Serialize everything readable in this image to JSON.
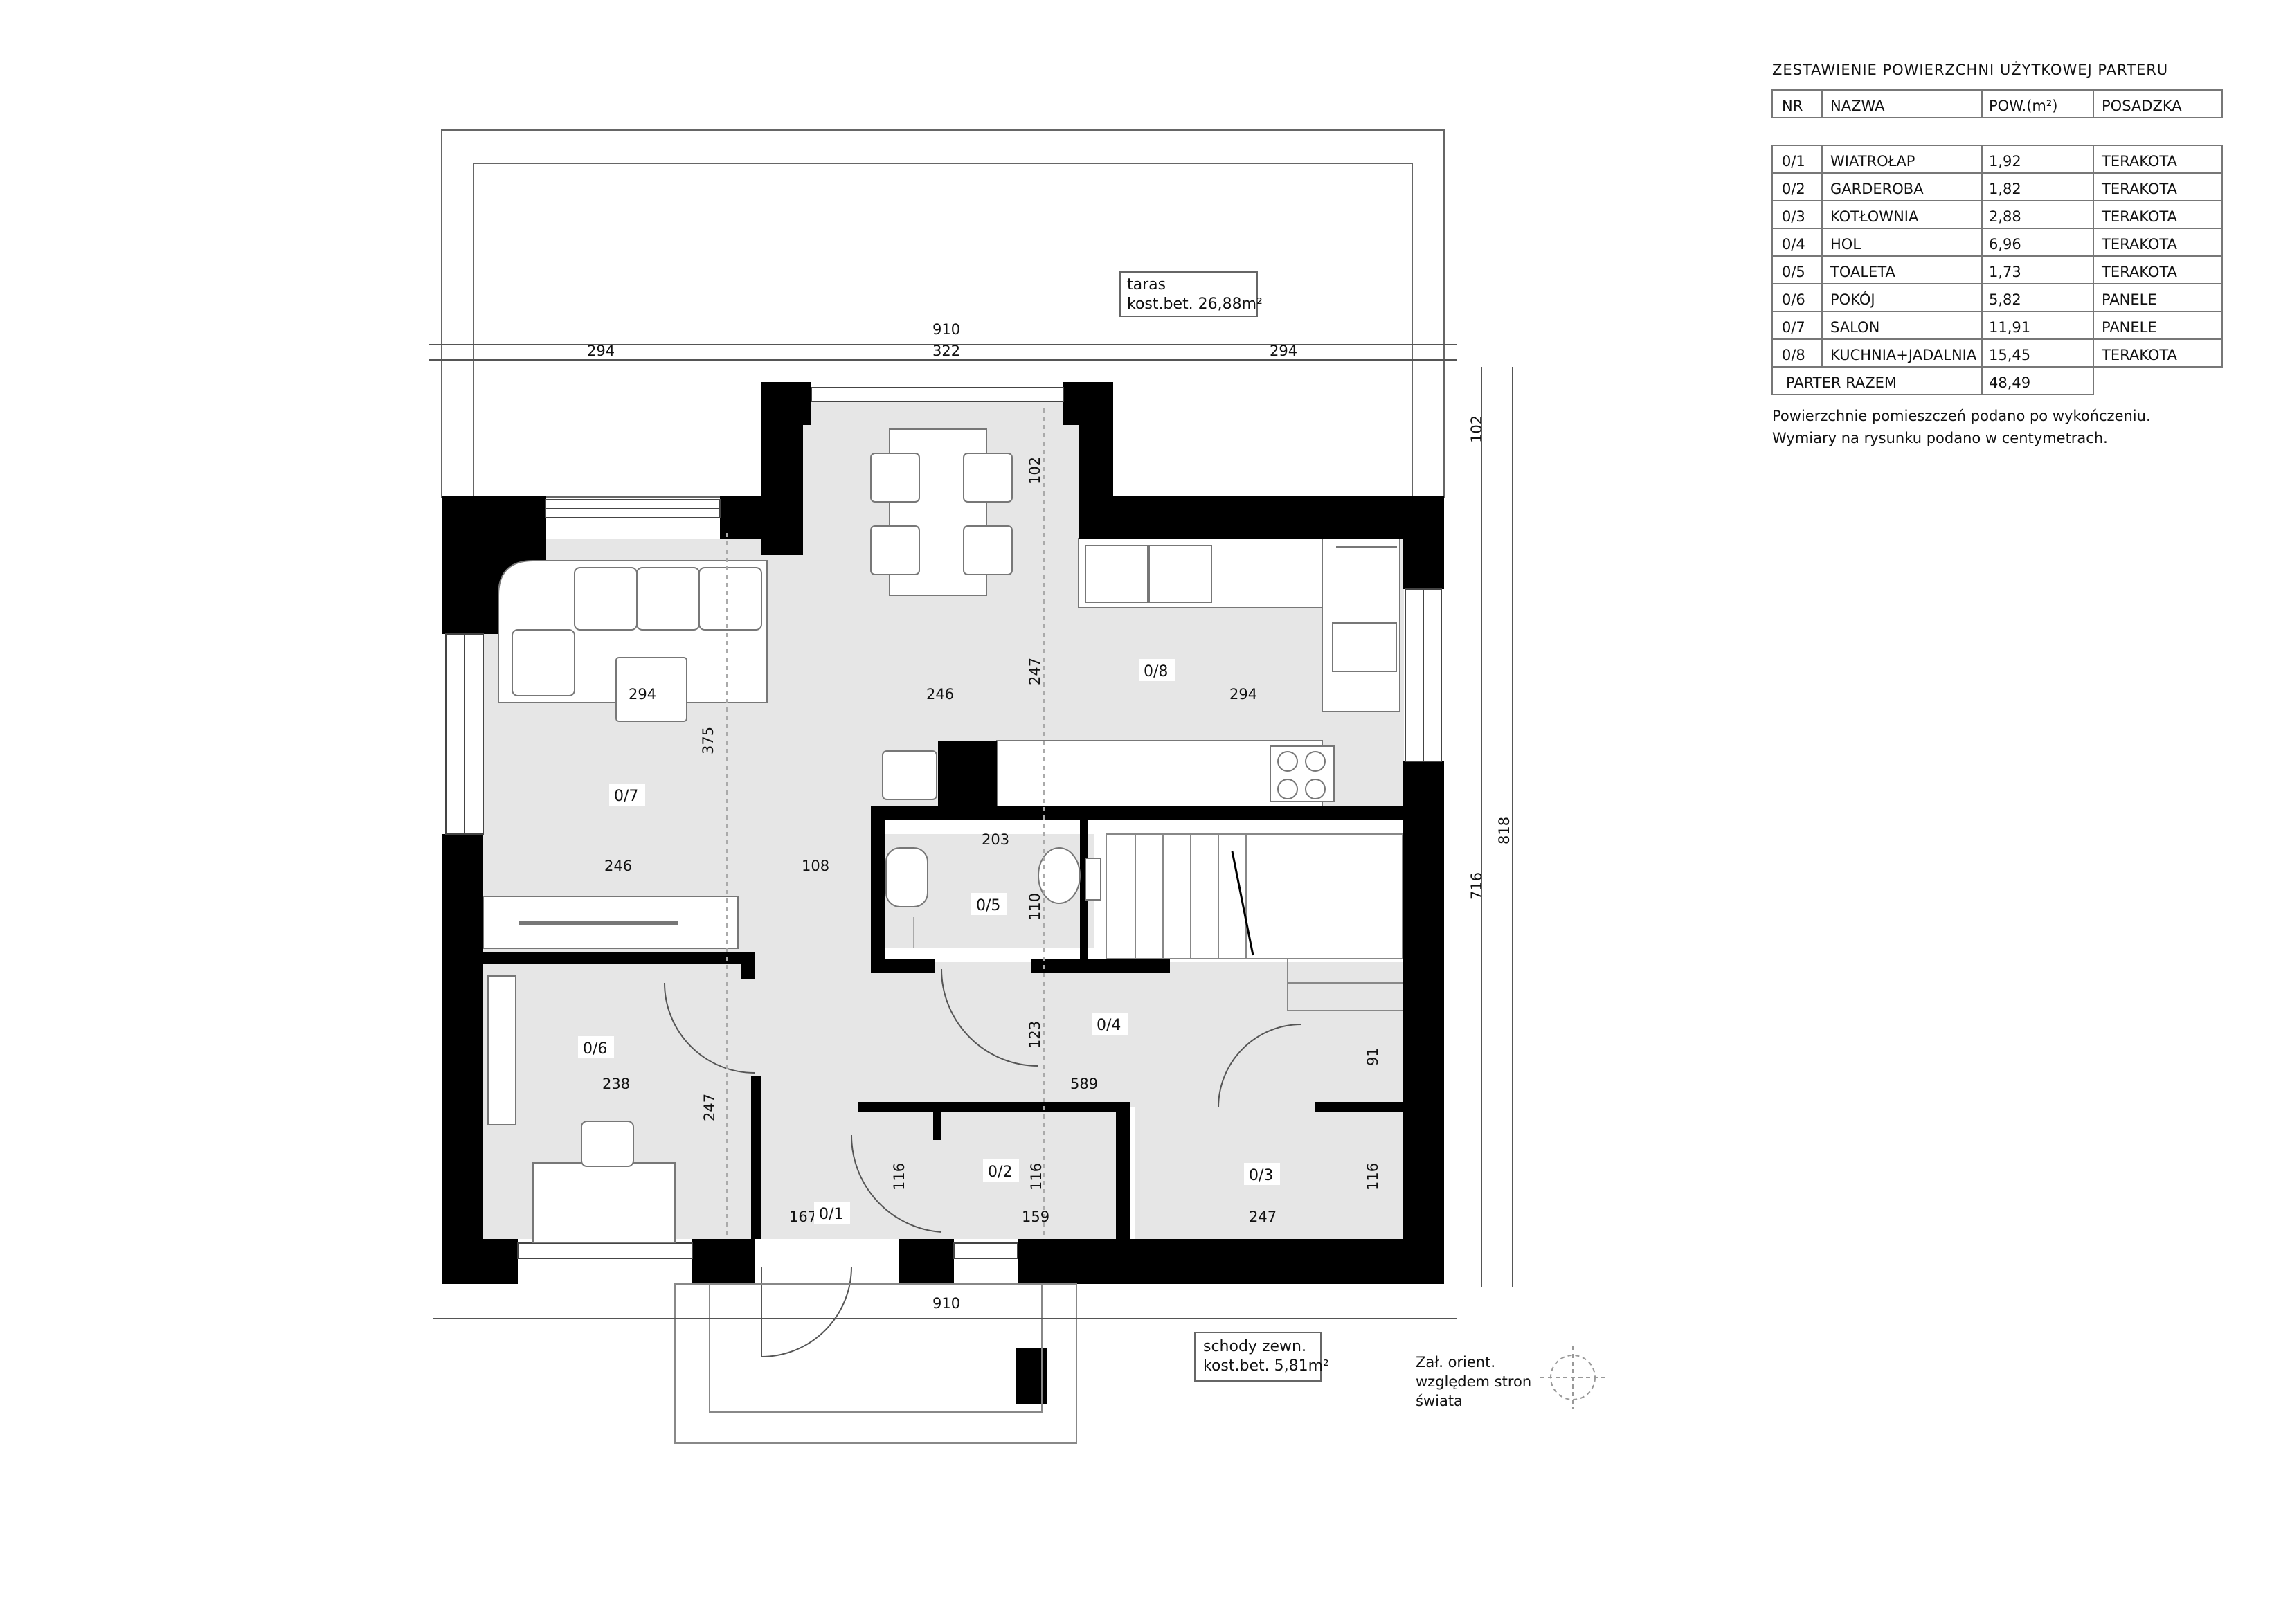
{
  "table": {
    "title": "ZESTAWIENIE POWIERZCHNI UŻYTKOWEJ PARTERU",
    "headers": [
      "NR",
      "NAZWA",
      "POW.(m²)",
      "POSADZKA"
    ],
    "rows": [
      {
        "nr": "0/1",
        "name": "WIATROŁAP",
        "area": "1,92",
        "floor": "TERAKOTA"
      },
      {
        "nr": "0/2",
        "name": "GARDEROBA",
        "area": "1,82",
        "floor": "TERAKOTA"
      },
      {
        "nr": "0/3",
        "name": "KOTŁOWNIA",
        "area": "2,88",
        "floor": "TERAKOTA"
      },
      {
        "nr": "0/4",
        "name": "HOL",
        "area": "6,96",
        "floor": "TERAKOTA"
      },
      {
        "nr": "0/5",
        "name": "TOALETA",
        "area": "1,73",
        "floor": "TERAKOTA"
      },
      {
        "nr": "0/6",
        "name": "POKÓJ",
        "area": "5,82",
        "floor": "PANELE"
      },
      {
        "nr": "0/7",
        "name": "SALON",
        "area": "11,91",
        "floor": "PANELE"
      },
      {
        "nr": "0/8",
        "name": "KUCHNIA+JADALNIA",
        "area": "15,45",
        "floor": "TERAKOTA"
      }
    ],
    "total_label": "PARTER RAZEM",
    "total_value": "48,49"
  },
  "notes": [
    "Powierzchnie pomieszczeń podano po wykończeniu.",
    "Wymiary na rysunku podano w centymetrach."
  ],
  "terrace_label": {
    "line1": "taras",
    "line2": "kost.bet. 26,88m²"
  },
  "stairs_label": {
    "line1": "schody zewn.",
    "line2": "kost.bet. 5,81m²"
  },
  "orientation": {
    "line1": "Zał. orient.",
    "line2": "względem stron",
    "line3": "świata"
  },
  "rooms": {
    "r01": "0/1",
    "r02": "0/2",
    "r03": "0/3",
    "r04": "0/4",
    "r05": "0/5",
    "r06": "0/6",
    "r07": "0/7",
    "r08": "0/8"
  },
  "dims": {
    "top_total": "910",
    "top_left": "294",
    "top_mid": "322",
    "top_right": "294",
    "bottom_total": "910",
    "right_102": "102",
    "right_818": "818",
    "right_716": "716",
    "d_294a": "294",
    "d_246a": "246",
    "d_294b": "294",
    "d_247a": "247",
    "d_102": "102",
    "d_375": "375",
    "d_246b": "246",
    "d_108": "108",
    "d_203": "203",
    "d_110": "110",
    "d_123": "123",
    "d_91": "91",
    "d_238": "238",
    "d_589": "589",
    "d_247b": "247",
    "d_116a": "116",
    "d_116b": "116",
    "d_116c": "116",
    "d_167": "167",
    "d_159": "159",
    "d_247c": "247"
  }
}
